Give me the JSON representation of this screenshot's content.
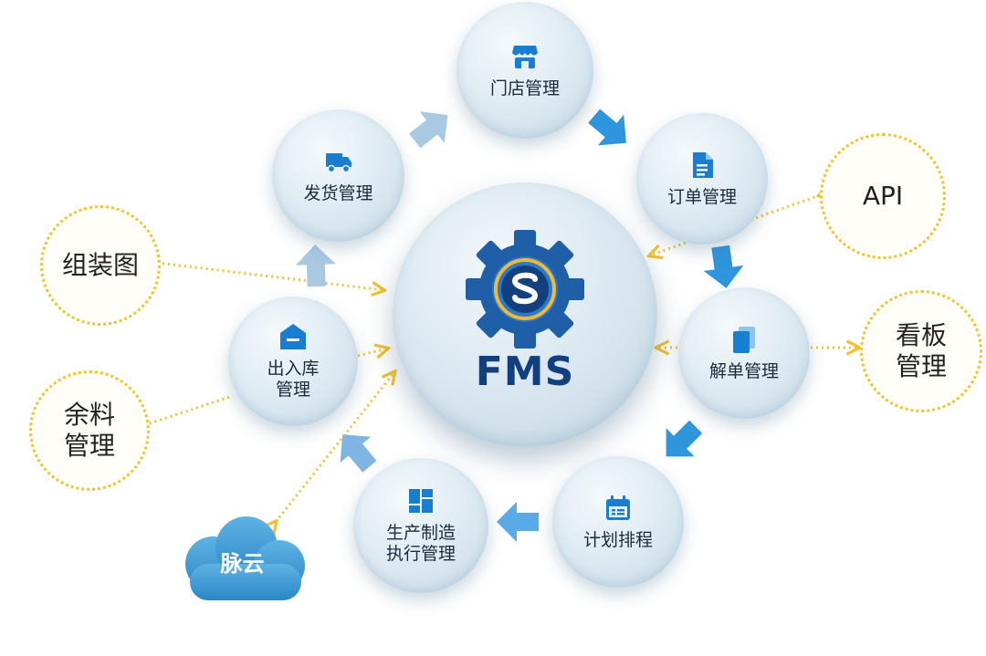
{
  "center": {
    "title": "FMS"
  },
  "nodes": {
    "store": "门店管理",
    "order": "订单管理",
    "split": "解单管理",
    "plan": "计划排程",
    "production_line1": "生产制造",
    "production_line2": "执行管理",
    "warehouse_line1": "出入库",
    "warehouse_line2": "管理",
    "shipping": "发货管理"
  },
  "external": {
    "api": "API",
    "kanban_line1": "看板",
    "kanban_line2": "管理",
    "assembly": "组装图",
    "leftover_line1": "余料",
    "leftover_line2": "管理",
    "cloud": "脉云"
  },
  "colors": {
    "icon_blue": "#1a7ed0",
    "arrow_blue": "#2f95dd",
    "arrow_light": "#a9c9e3",
    "dotted": "#f2c230",
    "fms_text": "#123f7d"
  }
}
